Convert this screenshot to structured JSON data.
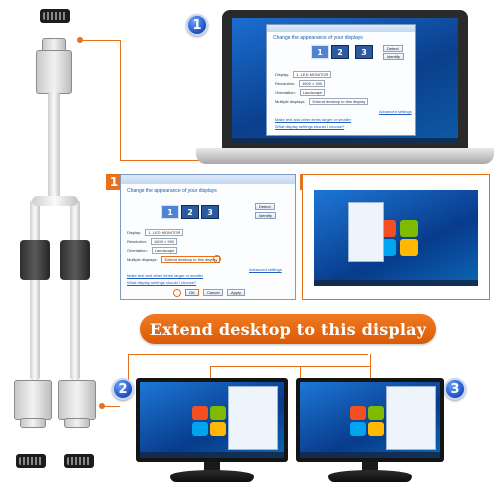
{
  "badges": {
    "b1": "1",
    "b2": "2",
    "b3": "3",
    "step1": "1",
    "step2": "2"
  },
  "banner": {
    "text": "Extend desktop to this display"
  },
  "dialog": {
    "heading": "Change the appearance of your displays",
    "monitor_numbers": [
      "1",
      "2",
      "3"
    ],
    "detect_label": "Detect",
    "identify_label": "Identify",
    "display_label": "Display:",
    "display_value": "1. LED MONITOR",
    "resolution_label": "Resolution:",
    "resolution_value": "1600 × 900",
    "orientation_label": "Orientation:",
    "orientation_value": "Landscape",
    "multiple_label": "Multiple displays:",
    "multiple_value": "Extend desktop to this display",
    "advanced_link": "Advanced settings",
    "text_link": "Make text and other items larger or smaller",
    "settings_link": "What display settings should I choose?",
    "ok_label": "OK",
    "cancel_label": "Cancel",
    "apply_label": "Apply"
  },
  "colors": {
    "accent": "#e8701a",
    "windows_blue": "#0b3f8c",
    "badge_blue": "#1d4fbf"
  },
  "icons": [
    "vga-connector-icon",
    "windows-logo-icon"
  ]
}
